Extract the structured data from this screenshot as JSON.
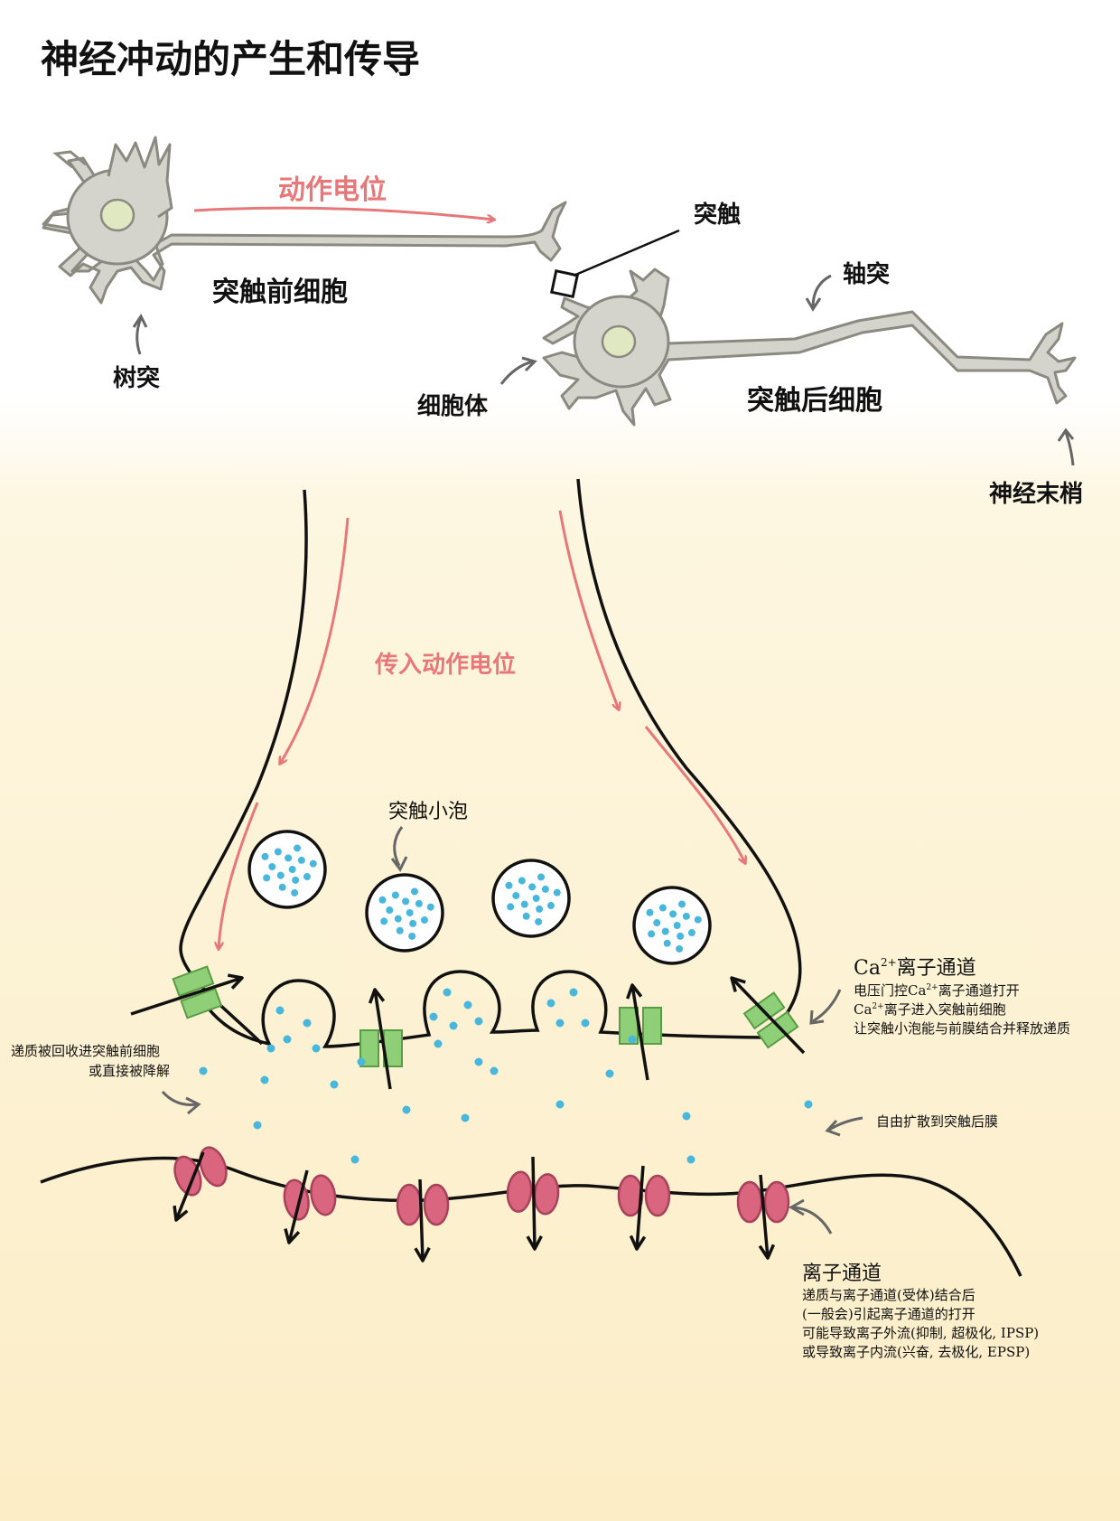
{
  "title": "神经冲动的产生和传导",
  "labels": {
    "action_potential": "动作电位",
    "synapse": "突触",
    "presynaptic_cell": "突触前细胞",
    "dendrite": "树突",
    "axon": "轴突",
    "cell_body": "细胞体",
    "postsynaptic_cell": "突触后细胞",
    "nerve_ending": "神经末梢",
    "incoming_action_potential": "传入动作电位",
    "synaptic_vesicle": "突触小泡",
    "reuptake_line1": "递质被回收进突触前细胞",
    "reuptake_line2": "或直接被降解",
    "diffuse": "自由扩散到突触后膜"
  },
  "ca_channel": {
    "heading_ca": "Ca",
    "heading_sup": "2+",
    "heading_rest": "离子通道",
    "line1_pre": "电压门控Ca",
    "line1_sup": "2+",
    "line1_post": "离子通道打开",
    "line2_pre": "Ca",
    "line2_sup": "2+",
    "line2_post": "离子进入突触前细胞",
    "line3": "让突触小泡能与前膜结合并释放递质"
  },
  "ion_channel": {
    "heading": "离子通道",
    "lines": [
      "递质与离子通道(受体)结合后",
      "(一般会)引起离子通道的打开",
      "可能导致离子外流(抑制, 超极化, IPSP)",
      "或导致离子内流(兴奋, 去极化, EPSP)"
    ]
  },
  "colors": {
    "neuron_fill": "#d4d4cc",
    "neuron_stroke": "#8a8a80",
    "nucleus": "#dfe8c0",
    "arrow_pink": "#e8777a",
    "vesicle_dot": "#49b7dc",
    "ca_channel_green": "#8fcf77",
    "receptor_pink": "#d9667e"
  }
}
